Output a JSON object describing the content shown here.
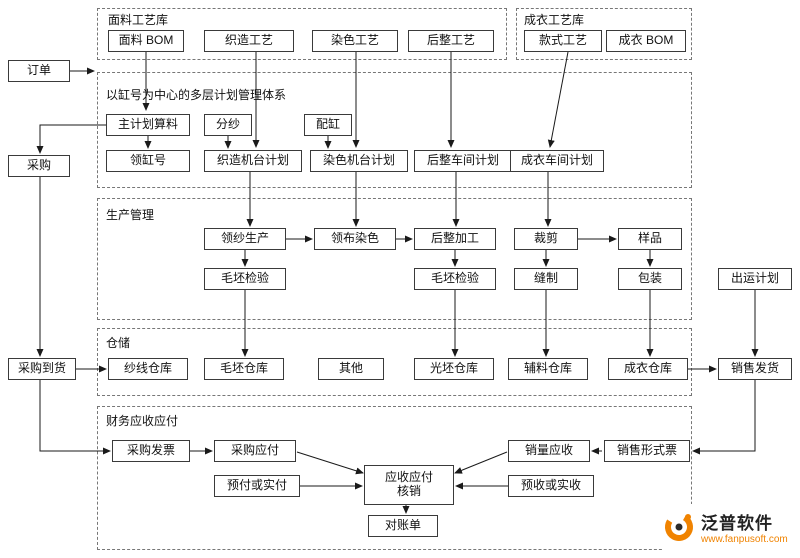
{
  "groups": {
    "fabric_lib": {
      "title": "面料工艺库"
    },
    "garment_lib": {
      "title": "成衣工艺库"
    },
    "planning": {
      "title": "以缸号为中心的多层计划管理体系"
    },
    "production": {
      "title": "生产管理"
    },
    "warehouse": {
      "title": "仓储"
    },
    "finance": {
      "title": "财务应收应付"
    }
  },
  "nodes": {
    "order": "订单",
    "fabric_bom": "面料 BOM",
    "weave_craft": "织造工艺",
    "dye_craft": "染色工艺",
    "finish_craft": "后整工艺",
    "style_craft": "款式工艺",
    "garment_bom": "成衣 BOM",
    "master_plan": "主计划算料",
    "yarn_split": "分纱",
    "vat_match": "配缸",
    "vat_no": "领缸号",
    "weave_machine_plan": "织造机台计划",
    "dye_machine_plan": "染色机台计划",
    "finish_workshop_plan": "后整车间计划",
    "garment_workshop_plan": "成衣车间计划",
    "purchase": "采购",
    "yarn_production": "领纱生产",
    "cloth_dyeing": "领布染色",
    "finish_process": "后整加工",
    "cutting": "裁剪",
    "sample": "样品",
    "blank_inspect1": "毛坯检验",
    "blank_inspect2": "毛坯检验",
    "sewing": "缝制",
    "packing": "包装",
    "shipping_plan": "出运计划",
    "yarn_warehouse": "纱线仓库",
    "blank_warehouse": "毛坯仓库",
    "other": "其他",
    "finished_blank_warehouse": "光坯仓库",
    "accessory_warehouse": "辅料仓库",
    "garment_warehouse": "成衣仓库",
    "purchase_arrival": "采购到货",
    "sales_delivery": "销售发货",
    "purchase_invoice": "采购发票",
    "purchase_payable": "采购应付",
    "prepaid": "预付或实付",
    "verification": "应收应付\n核销",
    "sales_receivable": "销量应收",
    "presales": "预收或实收",
    "sales_proforma": "销售形式票",
    "statement": "对账单"
  },
  "logo": {
    "name": "泛普软件",
    "url": "www.fanpusoft.com"
  },
  "icons": {
    "logo": "fanpu-swirl-icon"
  },
  "colors": {
    "accent": "#f08300",
    "box_border": "#3a3a3a",
    "dashed_border": "#777777"
  }
}
